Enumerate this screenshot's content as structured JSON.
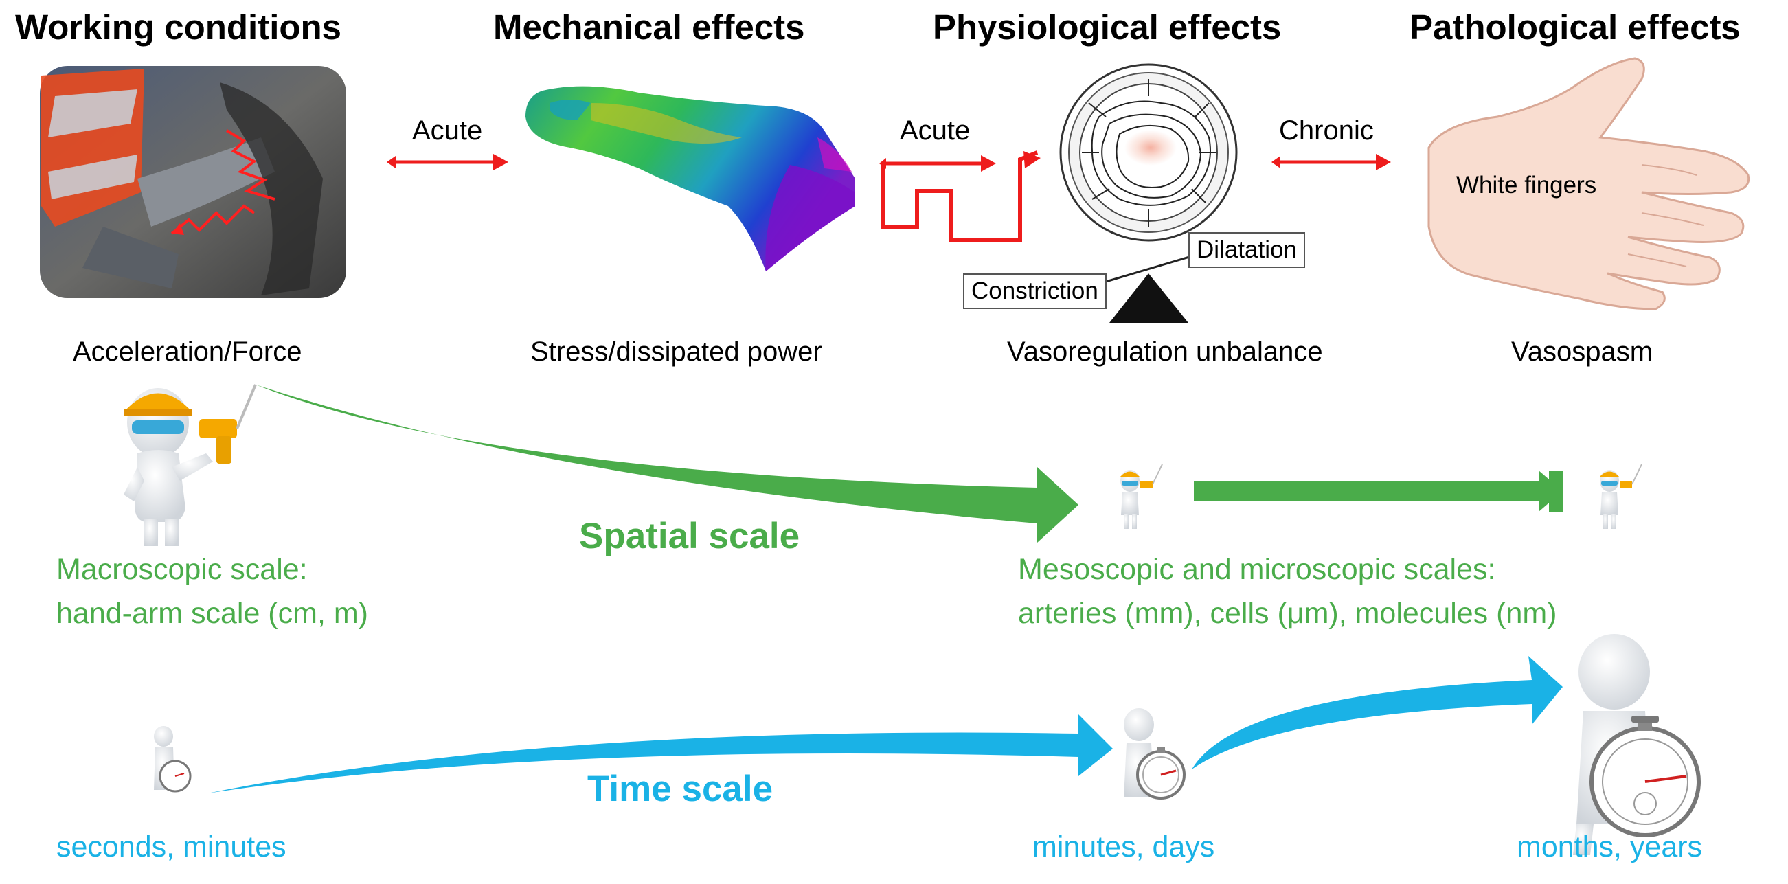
{
  "headers": {
    "working": "Working conditions",
    "mechanical": "Mechanical effects",
    "physiological": "Physiological effects",
    "pathological": "Pathological effects"
  },
  "arrows": {
    "acute1": "Acute",
    "acute2": "Acute",
    "chronic": "Chronic"
  },
  "captions": {
    "working": "Acceleration/Force",
    "mechanical": "Stress/dissipated power",
    "physiological": "Vasoregulation unbalance",
    "pathological": "Vasospasm"
  },
  "balance": {
    "constriction": "Constriction",
    "dilatation": "Dilatation"
  },
  "hand_label": "White fingers",
  "spatial": {
    "title": "Spatial scale",
    "macro_line1": "Macroscopic scale:",
    "macro_line2": "hand-arm scale (cm, m)",
    "meso_line1": "Mesoscopic and microscopic scales:",
    "meso_line2": "arteries (mm), cells (μm), molecules (nm)"
  },
  "time": {
    "title": "Time scale",
    "short": "seconds, minutes",
    "medium": "minutes, days",
    "long": "months, years"
  },
  "colors": {
    "green": "#4aac4a",
    "blue": "#1ab2e6",
    "red": "#ee1c1c"
  },
  "icons": [
    "worker-photo",
    "fem-stress-map",
    "artery-cross-section",
    "balance-scale",
    "white-hand",
    "worker-helmet-drill-icon",
    "stopwatch-figure-icon"
  ]
}
